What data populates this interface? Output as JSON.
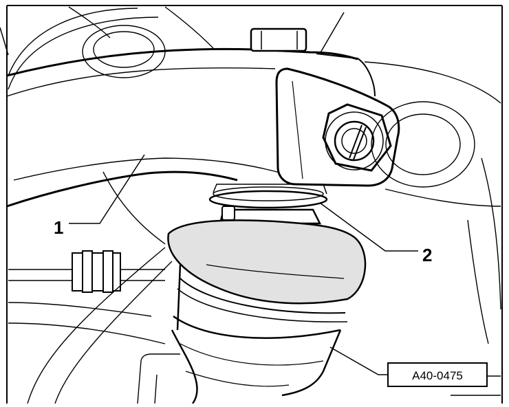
{
  "diagram": {
    "callouts": [
      {
        "id": "1",
        "label": "1"
      },
      {
        "id": "2",
        "label": "2"
      }
    ],
    "reference_code": "A40-0475"
  },
  "colors": {
    "line": "#000000",
    "background": "#ffffff",
    "boot_fill": "#e2e2e2"
  }
}
